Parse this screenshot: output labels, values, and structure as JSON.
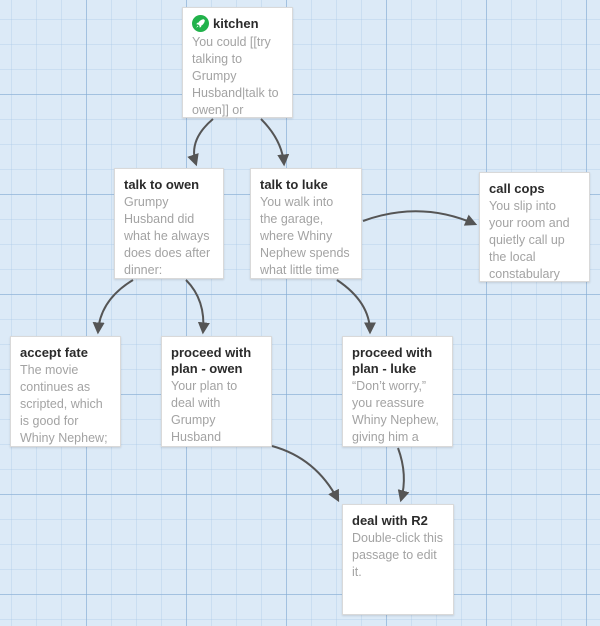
{
  "passages": [
    {
      "key": "kitchen",
      "title": "kitchen",
      "excerpt": "You could [[try talking to Grumpy Husband|talk to owen]] or",
      "is_start": true
    },
    {
      "key": "talk-to-owen",
      "title": "talk to owen",
      "excerpt": "Grumpy Husband did what he always does does after dinner:"
    },
    {
      "key": "talk-to-luke",
      "title": "talk to luke",
      "excerpt": "You walk into the garage, where Whiny Nephew spends what little time"
    },
    {
      "key": "call-cops",
      "title": "call cops",
      "excerpt": "You slip into your room and quietly call up the local constabulary"
    },
    {
      "key": "accept-fate",
      "title": "accept fate",
      "excerpt": "The movie continues as scripted, which is good for Whiny Nephew;"
    },
    {
      "key": "proceed-owen",
      "title": "proceed with plan - owen",
      "excerpt": "Your plan to deal with Grumpy Husband"
    },
    {
      "key": "proceed-luke",
      "title": "proceed with plan - luke",
      "excerpt": "“Don’t worry,” you reassure Whiny Nephew, giving him a"
    },
    {
      "key": "deal-r2",
      "title": "deal with R2",
      "excerpt": "Double-click this passage to edit it."
    }
  ],
  "icons": {
    "start": "rocket-icon"
  },
  "colors": {
    "start_badge": "#21b24b",
    "link_arrow": "#555555",
    "grid_bg": "#dceaf7"
  }
}
